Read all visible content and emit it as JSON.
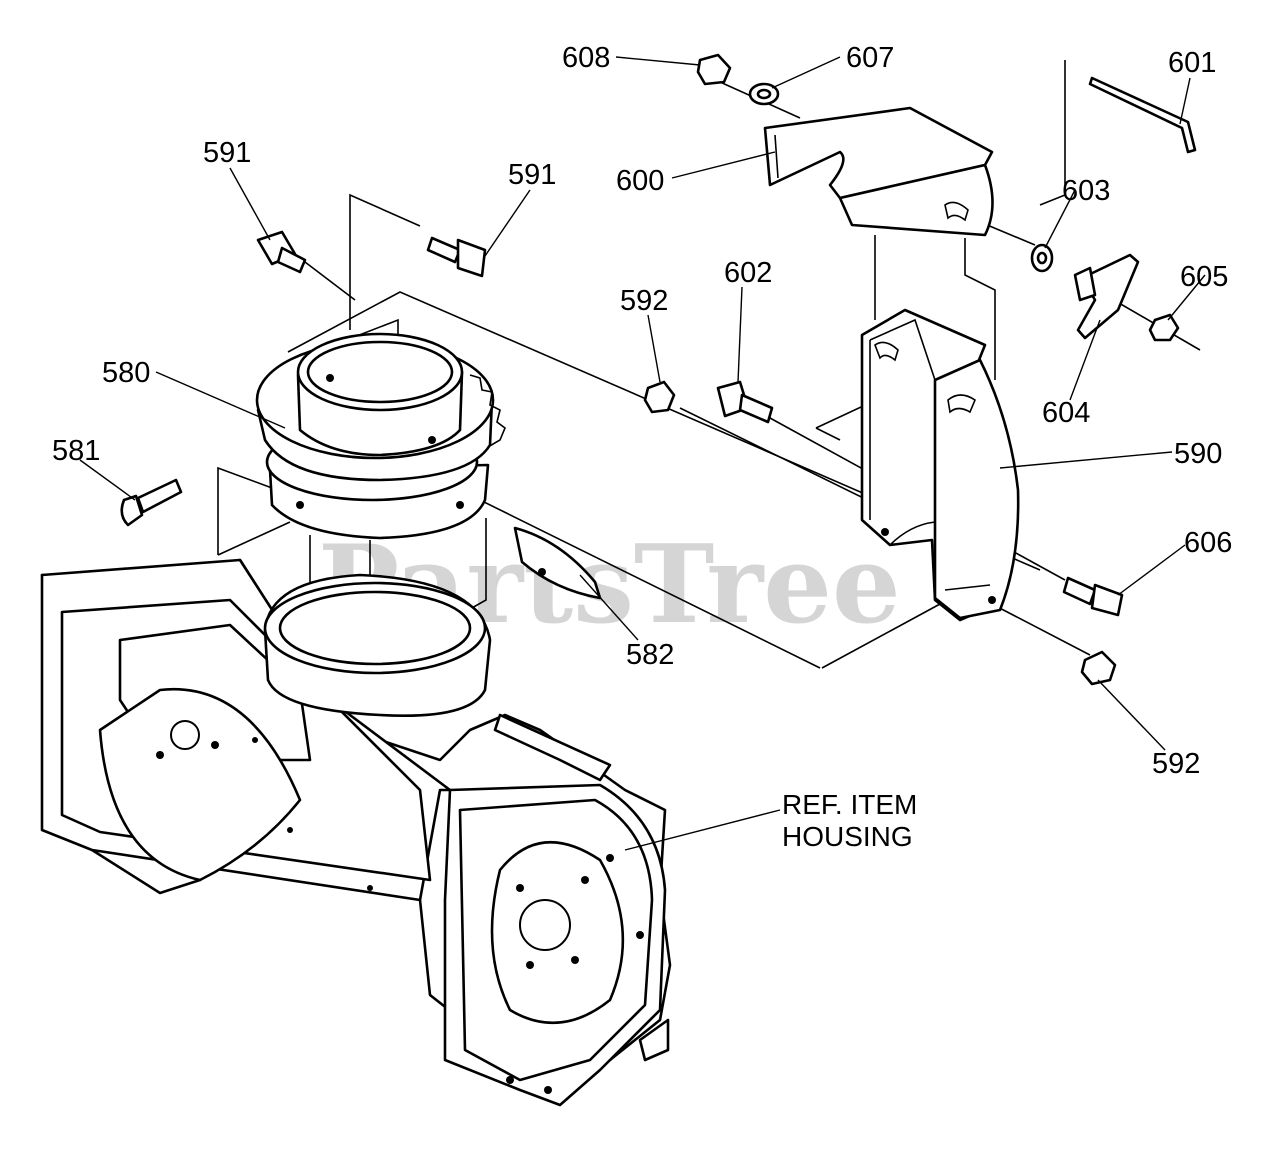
{
  "diagram": {
    "watermark": "PartsTree",
    "reference_item": {
      "line1": "REF. ITEM",
      "line2": "HOUSING"
    },
    "callouts": [
      {
        "id": "608",
        "label": "608"
      },
      {
        "id": "607",
        "label": "607"
      },
      {
        "id": "601",
        "label": "601"
      },
      {
        "id": "600",
        "label": "600"
      },
      {
        "id": "603",
        "label": "603"
      },
      {
        "id": "605",
        "label": "605"
      },
      {
        "id": "604",
        "label": "604"
      },
      {
        "id": "591a",
        "label": "591"
      },
      {
        "id": "591b",
        "label": "591"
      },
      {
        "id": "592a",
        "label": "592"
      },
      {
        "id": "602",
        "label": "602"
      },
      {
        "id": "590",
        "label": "590"
      },
      {
        "id": "580",
        "label": "580"
      },
      {
        "id": "581",
        "label": "581"
      },
      {
        "id": "606",
        "label": "606"
      },
      {
        "id": "582",
        "label": "582"
      },
      {
        "id": "592b",
        "label": "592"
      }
    ]
  }
}
